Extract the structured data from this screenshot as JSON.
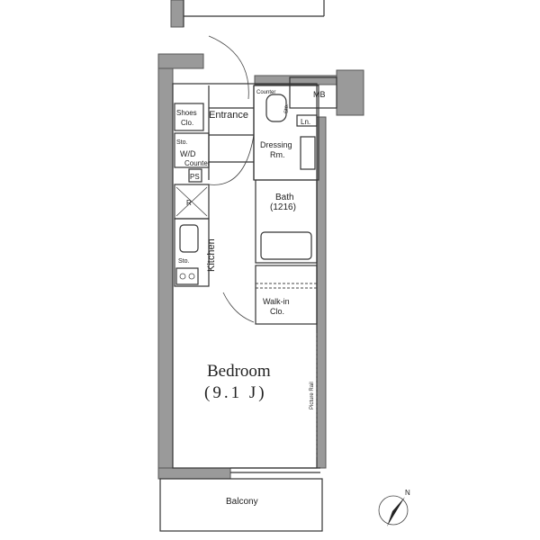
{
  "labels": {
    "shoes_clo_1": "Shoes",
    "shoes_clo_2": "Clo.",
    "entrance": "Entrance",
    "counter_top": "Counter",
    "sto_top": "Sto.",
    "linen": "Ln.",
    "mb": "MB",
    "sto_left": "Sto.",
    "wd": "W/D",
    "counter_left": "Counter",
    "ps": "PS",
    "dressing_1": "Dressing",
    "dressing_2": "Rm.",
    "bath_1": "Bath",
    "bath_2": "(1216)",
    "refrigerator": "R",
    "kitchen": "Kitchen",
    "sto_kitchen": "Sto.",
    "walkin_1": "Walk-in",
    "walkin_2": "Clo.",
    "bedroom": "Bedroom",
    "bedroom_size": "(9.1 J)",
    "picture_rail": "Picture Rail",
    "balcony": "Balcony",
    "north": "N"
  }
}
